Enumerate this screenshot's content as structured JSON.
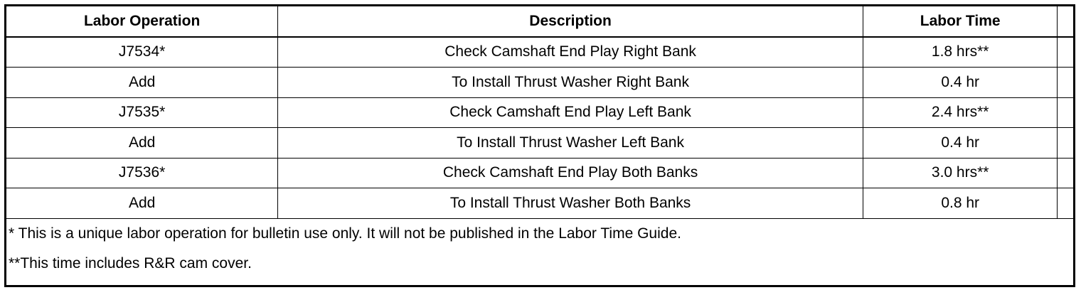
{
  "table": {
    "headers": {
      "operation": "Labor Operation",
      "description": "Description",
      "time": "Labor Time"
    },
    "rows": [
      {
        "operation": "J7534*",
        "description": "Check Camshaft End Play Right Bank",
        "time": "1.8 hrs**"
      },
      {
        "operation": "Add",
        "description": "To Install Thrust Washer Right Bank",
        "time": "0.4 hr"
      },
      {
        "operation": "J7535*",
        "description": "Check Camshaft End Play Left Bank",
        "time": "2.4 hrs**"
      },
      {
        "operation": "Add",
        "description": "To Install Thrust Washer Left Bank",
        "time": "0.4 hr"
      },
      {
        "operation": "J7536*",
        "description": "Check Camshaft End Play Both Banks",
        "time": "3.0 hrs**"
      },
      {
        "operation": "Add",
        "description": "To Install Thrust Washer Both Banks",
        "time": "0.8 hr"
      }
    ],
    "notes": [
      "* This is a unique labor operation for bulletin use only. It will not be published in the Labor Time Guide.",
      "**This time includes R&R cam cover."
    ]
  }
}
